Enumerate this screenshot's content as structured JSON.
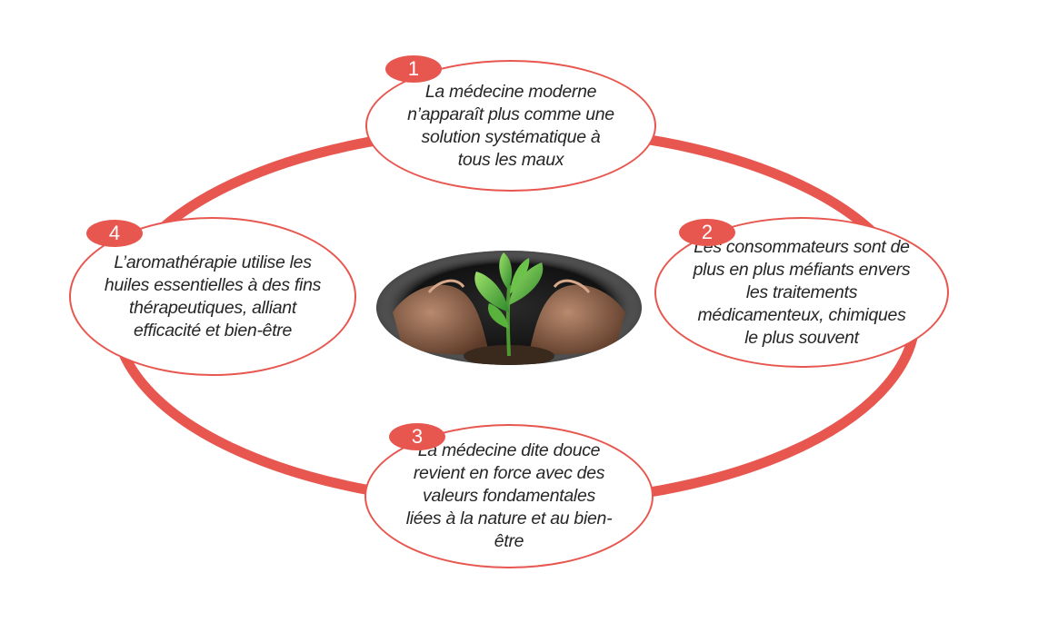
{
  "colors": {
    "accent": "#e8574f",
    "text": "#262626"
  },
  "steps": [
    {
      "number": "1",
      "lines": [
        "La médecine moderne",
        "n’apparaît plus comme une",
        "solution systématique à",
        "tous les maux"
      ]
    },
    {
      "number": "2",
      "lines": [
        "Les consommateurs sont de",
        "plus en plus méfiants envers",
        "les traitements",
        "médicamenteux, chimiques",
        "le plus souvent"
      ]
    },
    {
      "number": "3",
      "lines": [
        "La médecine dite douce",
        "revient en force avec des",
        "valeurs fondamentales",
        "liées à la nature et au bien-",
        "être"
      ]
    },
    {
      "number": "4",
      "lines": [
        "L’aromathérapie utilise les",
        "huiles essentielles à des fins",
        "thérapeutiques, alliant",
        "efficacité et bien-être"
      ]
    }
  ]
}
